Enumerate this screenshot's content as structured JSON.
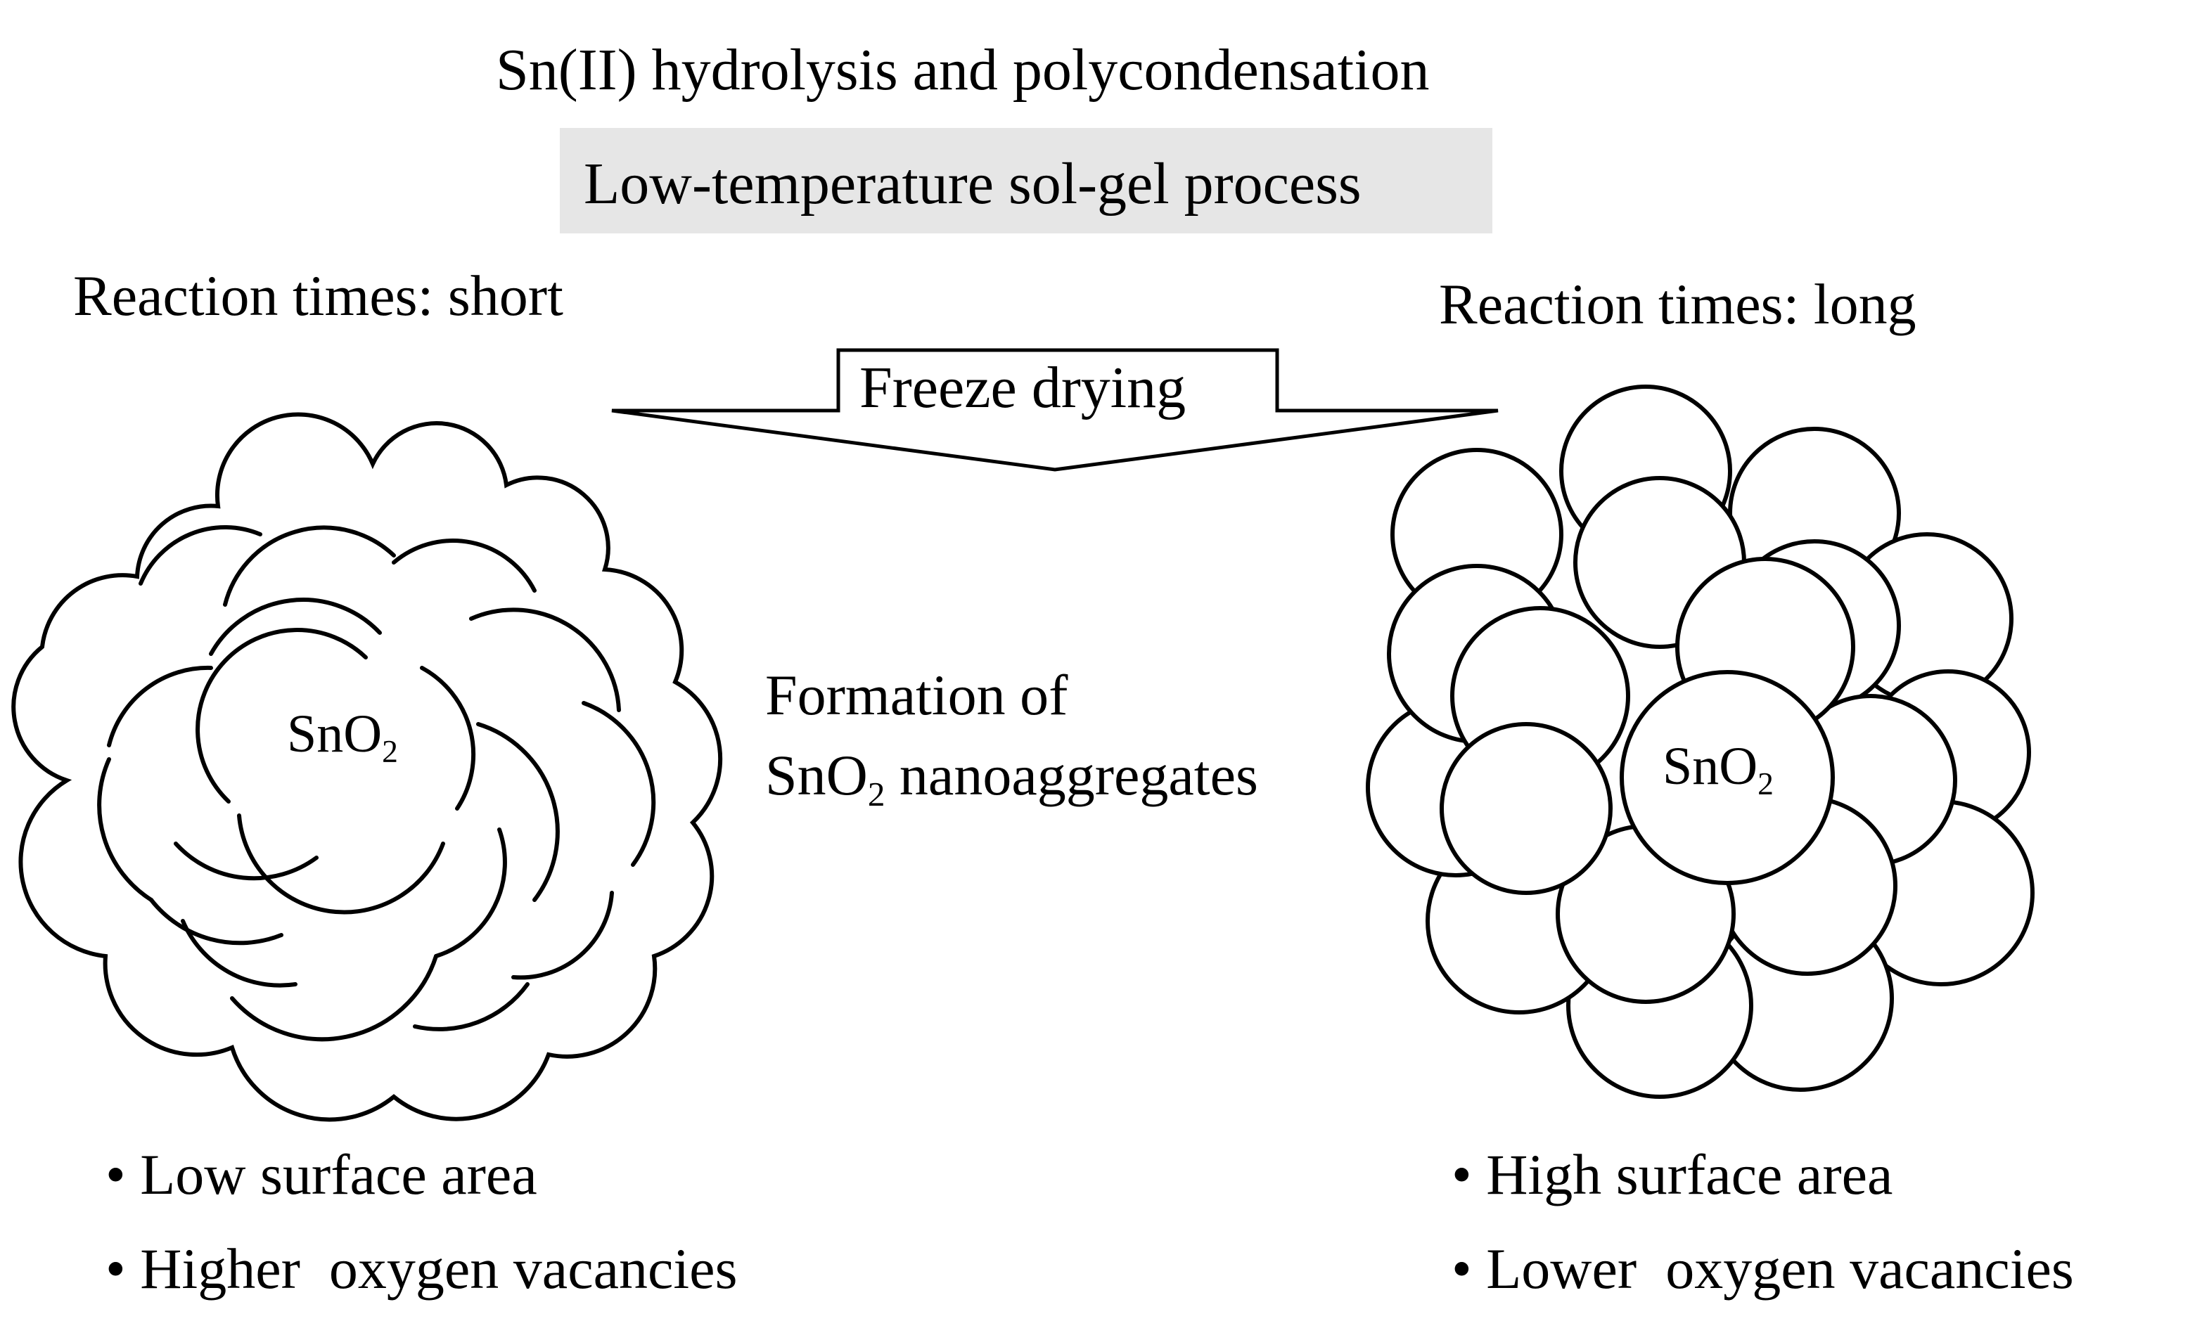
{
  "title": "Sn(II) hydrolysis and polycondensation",
  "process": "Low-temperature sol-gel process",
  "left": {
    "reaction_time": "Reaction times: short",
    "core": {
      "prefix": "SnO",
      "subscript": "2"
    },
    "bullets": [
      "• Low surface area",
      "• Higher  oxygen vacancies"
    ]
  },
  "right": {
    "reaction_time": "Reaction times: long",
    "core": {
      "prefix": "SnO",
      "subscript": "2"
    },
    "bullets": [
      "• High surface area",
      "• Lower  oxygen vacancies"
    ]
  },
  "arrow": {
    "label": "Freeze drying"
  },
  "center": {
    "line1": "Formation of",
    "line2_prefix": "SnO",
    "line2_subscript": "2",
    "line2_suffix": " nanoaggregates"
  },
  "colors": {
    "process_box": "#e6e6e6",
    "stroke": "#000000",
    "background": "#ffffff"
  },
  "icons": {
    "left_cluster": "cloud-shaped-particle-icon",
    "right_cluster": "packed-sphere-aggregate-icon",
    "arrow": "down-block-arrow-icon"
  }
}
